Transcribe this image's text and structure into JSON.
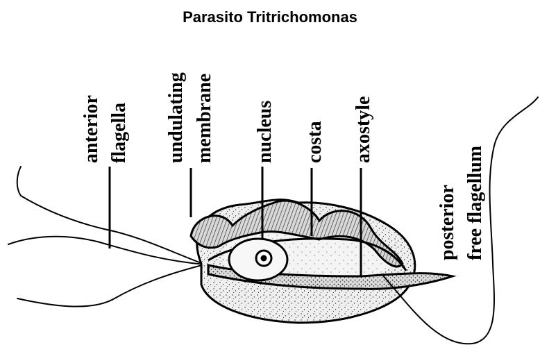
{
  "title": "Parasito Tritrichomonas",
  "labels": {
    "anterior": "anterior",
    "flagella": "flagella",
    "undulating": "undulating",
    "membrane": "membrane",
    "nucleus": "nucleus",
    "costa": "costa",
    "axostyle": "axostyle",
    "posterior": "posterior",
    "free_flagellum": "free flagellum"
  }
}
